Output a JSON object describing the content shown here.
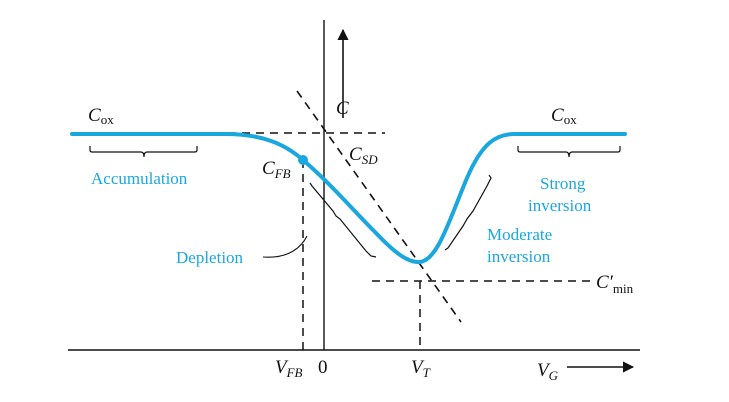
{
  "colors": {
    "curve": "#1aa7e0",
    "ink": "#111111",
    "background": "#ffffff"
  },
  "labels": {
    "cox_left": {
      "main": "C",
      "sub": "ox"
    },
    "cox_right": {
      "main": "C",
      "sub": "ox"
    },
    "c_axis": "C",
    "csd": {
      "main": "C",
      "sub": "SD"
    },
    "cfb": {
      "main": "C",
      "sub": "FB"
    },
    "cmin": {
      "main": "C′",
      "sub": "min"
    },
    "vfb": {
      "main": "V",
      "sub": "FB"
    },
    "zero": "0",
    "vt": {
      "main": "V",
      "sub": "T"
    },
    "vg": {
      "main": "V",
      "sub": "G"
    }
  },
  "regions": {
    "accumulation": "Accumulation",
    "depletion": "Depletion",
    "moderate_line1": "Moderate",
    "moderate_line2": "inversion",
    "strong_line1": "Strong",
    "strong_line2": "inversion"
  }
}
